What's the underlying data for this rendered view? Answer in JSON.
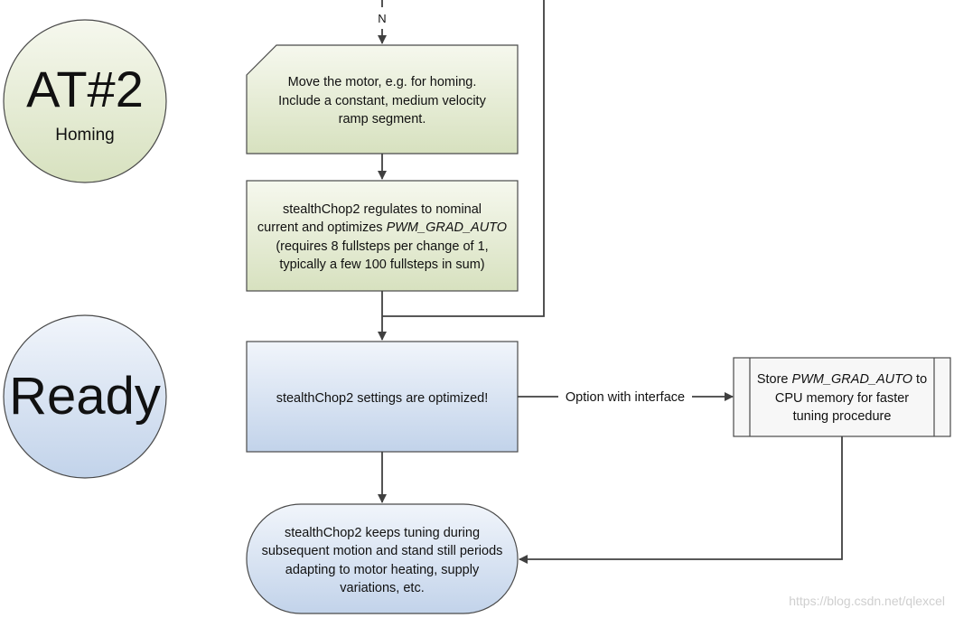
{
  "colors": {
    "green_top": "#f6f8ee",
    "green_bottom": "#d7e1bf",
    "blue_top": "#f1f5fb",
    "blue_bottom": "#c2d3ea",
    "stroke": "#4a4a4a",
    "connector": "#404040"
  },
  "diagram": {
    "top_branch_label": "N",
    "phases": [
      {
        "title": "AT#2",
        "subtitle": "Homing"
      },
      {
        "title": "Ready",
        "subtitle": ""
      }
    ],
    "boxes": {
      "move_motor": [
        "Move the motor, e.g. for homing.",
        "Include a constant, medium velocity",
        "ramp segment."
      ],
      "regulate": {
        "line1": "stealthChop2 regulates to nominal",
        "line2_prefix": "current and optimizes ",
        "line2_italic": "PWM_GRAD_AUTO",
        "line3": "(requires 8 fullsteps per change of 1,",
        "line4": "typically a few 100 fullsteps in sum)"
      },
      "optimized": "stealthChop2 settings are optimized!",
      "store": {
        "line1_prefix": "Store ",
        "line1_italic": "PWM_GRAD_AUTO",
        "line1_suffix": " to",
        "line2": "CPU memory for faster",
        "line3": "tuning procedure"
      },
      "keeps_tuning": [
        "stealthChop2 keeps tuning during",
        "subsequent motion and stand still periods",
        "adapting to motor heating, supply",
        "variations, etc."
      ]
    },
    "option_label": "Option with interface"
  },
  "watermark": "https://blog.csdn.net/qlexcel"
}
